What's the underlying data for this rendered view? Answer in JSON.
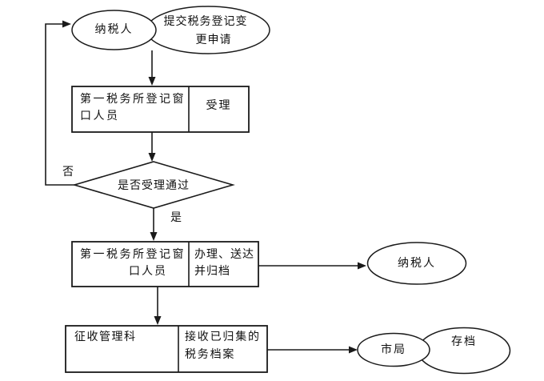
{
  "colors": {
    "line": "#1a1a1a",
    "background": "#ffffff",
    "text": "#111111"
  },
  "flowchart": {
    "start_taxpayer": {
      "label": "纳税人"
    },
    "submit_note": {
      "line1": "提交税务登记变",
      "line2": "更申请"
    },
    "accept_step": {
      "role_line1": "第一税务所登记窗",
      "role_line2": "口人员",
      "action": "受理"
    },
    "decision": {
      "label": "是否受理通过",
      "no": "否",
      "yes": "是"
    },
    "process_step": {
      "role_line1": "第一税务所登记窗",
      "role_line2": "口人员",
      "action_line1": "办理、送达",
      "action_line2": "并归档"
    },
    "result_taxpayer": {
      "label": "纳税人"
    },
    "collection_step": {
      "role": "征收管理科",
      "action_line1": "接收已归集的",
      "action_line2": "税务档案"
    },
    "city_bureau": {
      "label": "市局"
    },
    "archive": {
      "label": "存档"
    }
  }
}
